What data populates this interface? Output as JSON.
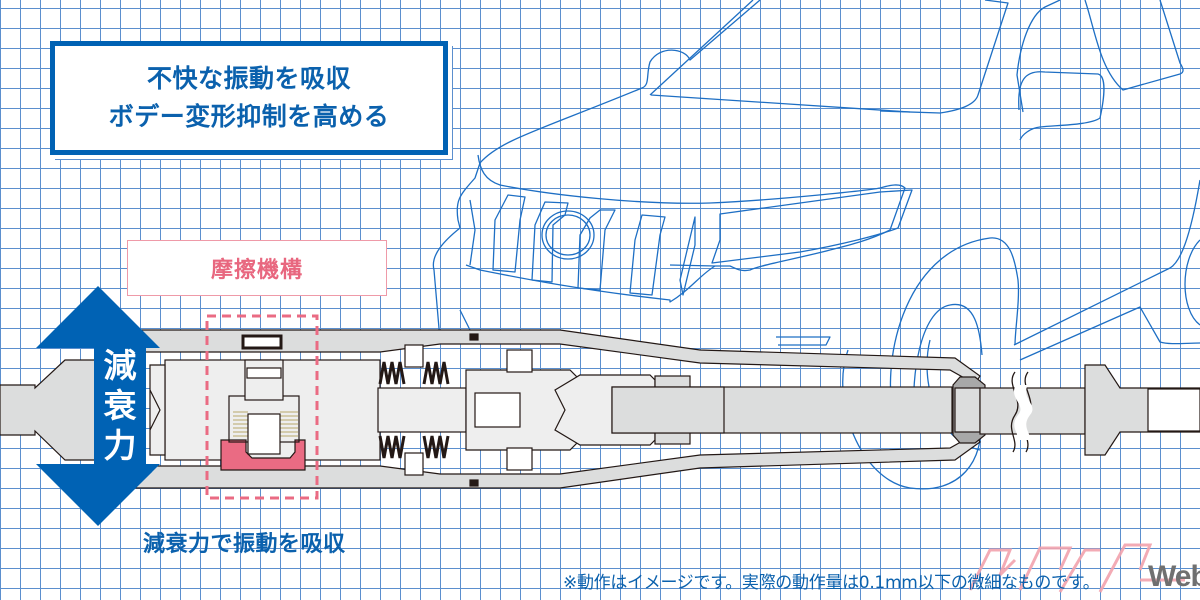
{
  "headline": {
    "line1": "不快な振動を吸収",
    "line2": "ボデー変形抑制を高める"
  },
  "friction_label": "摩擦機構",
  "damping_force_vertical": [
    "減",
    "衰",
    "力"
  ],
  "damping_caption": "減衰力で振動を吸収",
  "footnote": "※動作はイメージです。実際の動作量は0.1mm以下の微細なものです。",
  "logo": {
    "text": "ベストカー",
    "suffix": "Web"
  },
  "icons": {
    "damping_arrow": "double-headed-vertical-arrow",
    "friction_highlight": "dashed-rectangle"
  },
  "colors": {
    "brand_blue": "#0062b4",
    "text_blue": "#0b61ad",
    "grid_line": "#5b8fce",
    "car_outline": "#1e6fc4",
    "friction_pink": "#e8677f",
    "friction_fill": "#ea6b83",
    "part_gray": "#dcdddd",
    "logo_pink": "#f2a3ae",
    "logo_gray": "#707070"
  }
}
